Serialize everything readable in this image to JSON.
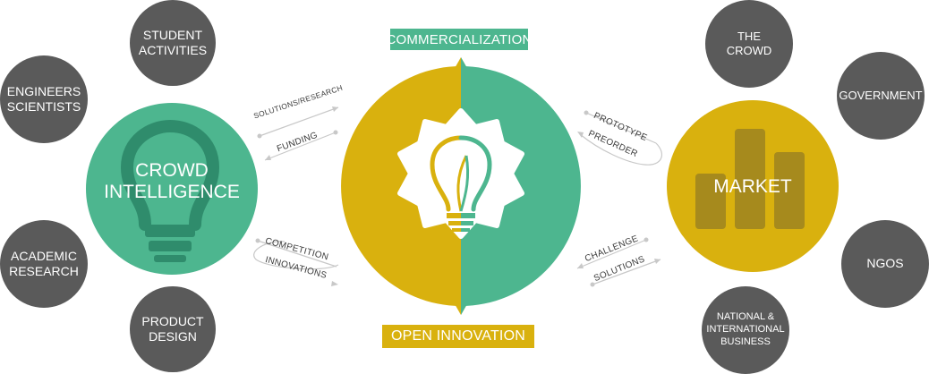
{
  "colors": {
    "green": "#4db68f",
    "yellow": "#d9b10e",
    "gray": "#5a5a5a",
    "dark_green": "#2f8c6c",
    "dark_yellow": "#9c8420"
  },
  "banners": {
    "top": "COMMERCIALIZATION",
    "bottom": "OPEN INNOVATION"
  },
  "center_icon": "gear-lightbulb-icon",
  "left_hub": {
    "label": "CROWD\nINTELLIGENCE",
    "icon": "lightbulb-icon"
  },
  "right_hub": {
    "label": "MARKET",
    "icon": "bar-chart-icon"
  },
  "left_satellites": [
    "STUDENT\nACTIVITIES",
    "ENGINEERS\nSCIENTISTS",
    "ACADEMIC\nRESEARCH",
    "PRODUCT\nDESIGN"
  ],
  "right_satellites": [
    "THE\nCROWD",
    "GOVERNMENT",
    "NGOS",
    "NATIONAL &\nINTERNATIONAL\nBUSINESS"
  ],
  "flows": {
    "left_top_1": "SOLUTIONS/RESEARCH",
    "left_top_2": "FUNDING",
    "left_bottom_1": "COMPETITION",
    "left_bottom_2": "INNOVATIONS",
    "right_top_1": "PROTOTYPE",
    "right_top_2": "PREORDER",
    "right_bottom_1": "CHALLENGE",
    "right_bottom_2": "SOLUTIONS"
  }
}
